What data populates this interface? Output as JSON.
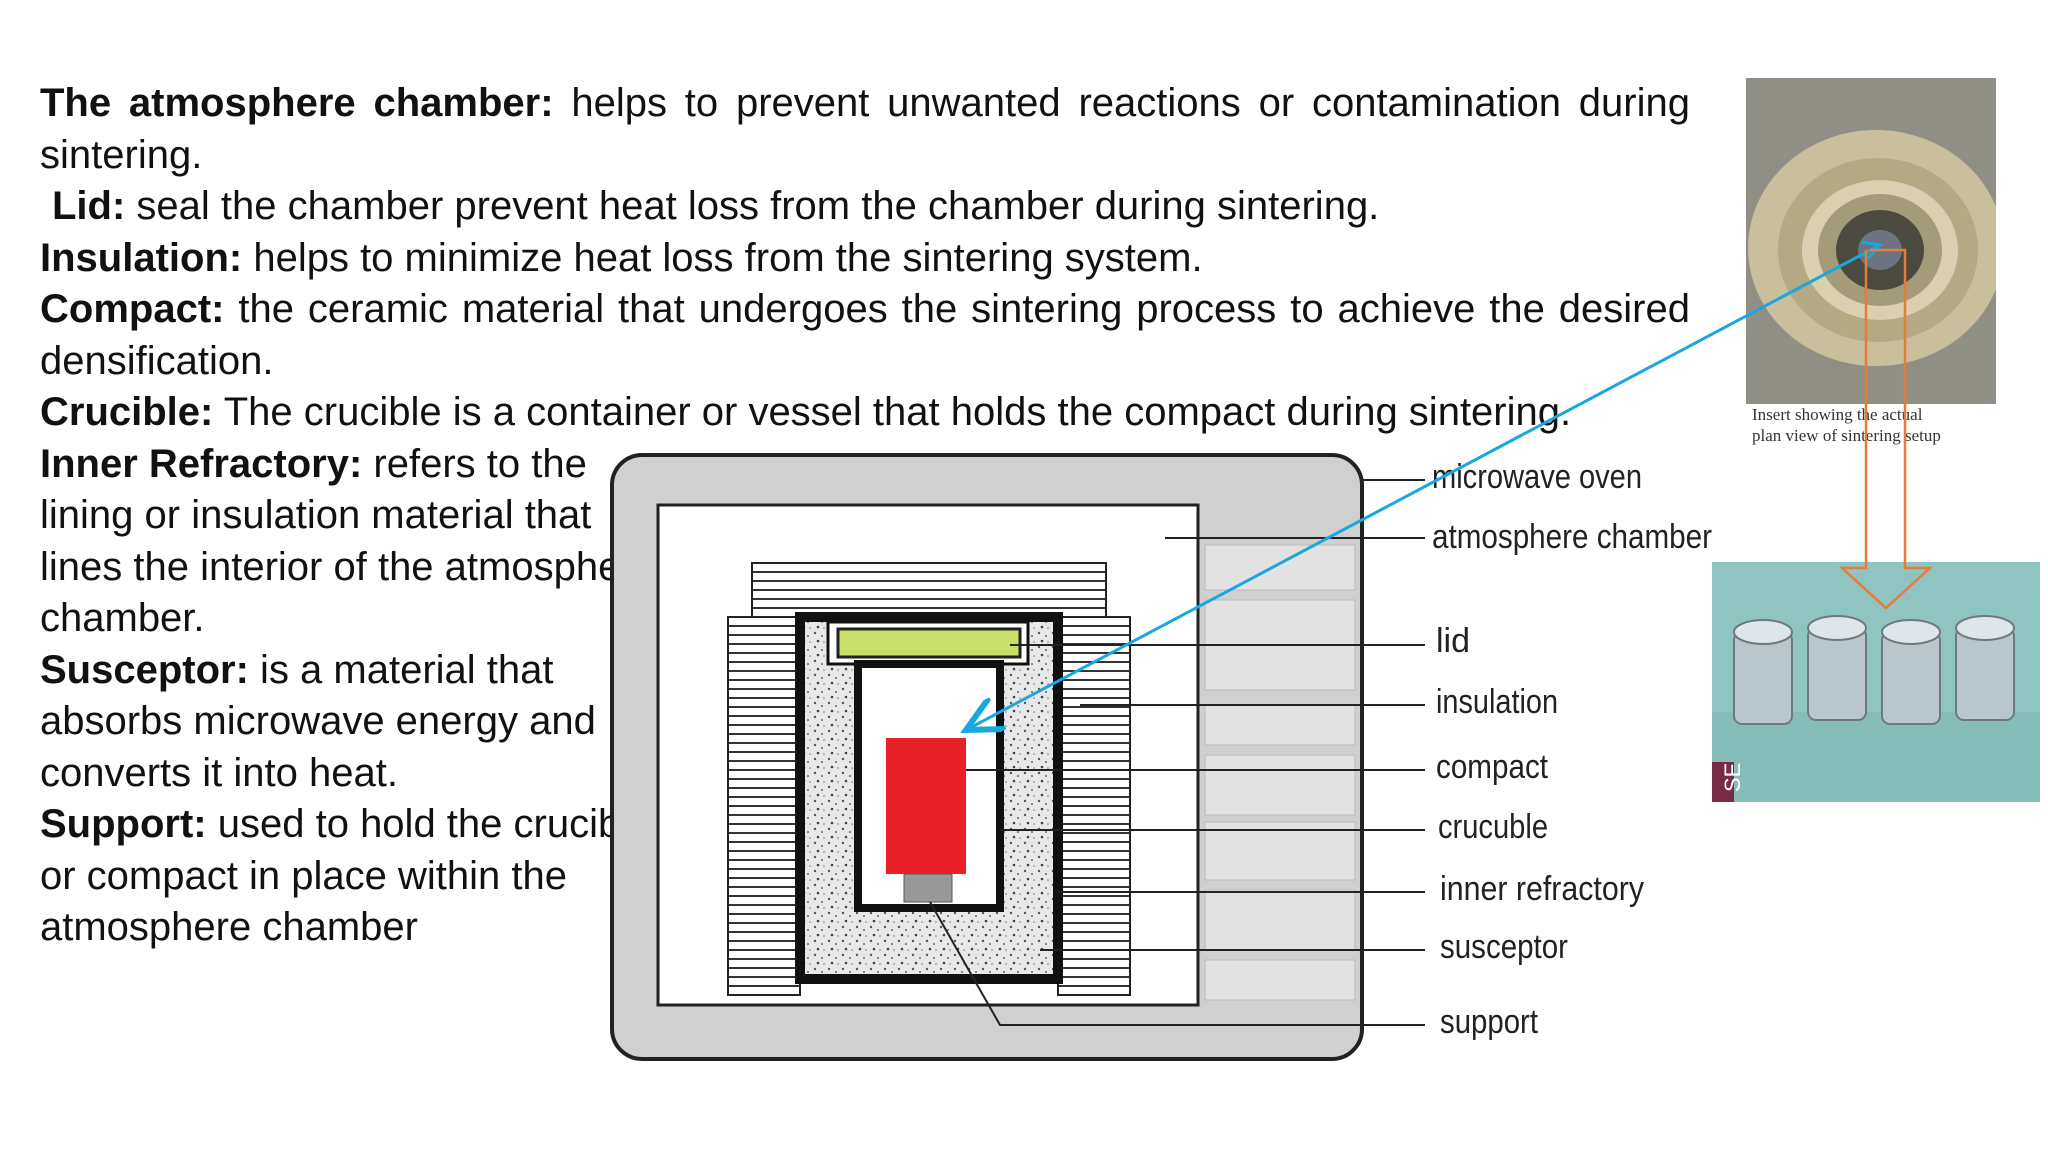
{
  "definitions": [
    {
      "term": "The atmosphere chamber:",
      "text": " helps to prevent unwanted reactions or contamination during sintering."
    },
    {
      "term": "Lid:",
      "text": " seal the chamber prevent heat loss from the chamber during sintering."
    },
    {
      "term": "Insulation:",
      "text": " helps to minimize heat loss from the sintering system."
    },
    {
      "term": "Compact:",
      "text": " the ceramic material that undergoes the sintering process to achieve the desired densification."
    },
    {
      "term": "Crucible:",
      "text": " The crucible is a container or vessel that holds the compact during sintering."
    },
    {
      "term": "Inner Refractory:",
      "text": " refers to the lining or insulation material that lines the interior of the atmosphere chamber."
    },
    {
      "term": "Susceptor:",
      "text": " is a material that absorbs microwave energy and converts it into heat."
    },
    {
      "term": "Support:",
      "text": " used to hold the crucible or compact in place within the atmosphere chamber"
    }
  ],
  "diagram": {
    "labels": [
      "microwave oven",
      "atmosphere chamber",
      "lid",
      "insulation",
      "compact",
      "crucuble",
      "inner refractory",
      "susceptor",
      "support"
    ],
    "colors": {
      "compact": "#e8202a",
      "lid": "#c8e06a",
      "arrow_blue": "#1aa7df",
      "arrow_orange": "#e87a3a",
      "frame": "#d0d0d0"
    }
  },
  "photos": {
    "caption_line1": "Insert showing the actual",
    "caption_line2": "plan view of sintering setup",
    "sample_text": "SE"
  }
}
